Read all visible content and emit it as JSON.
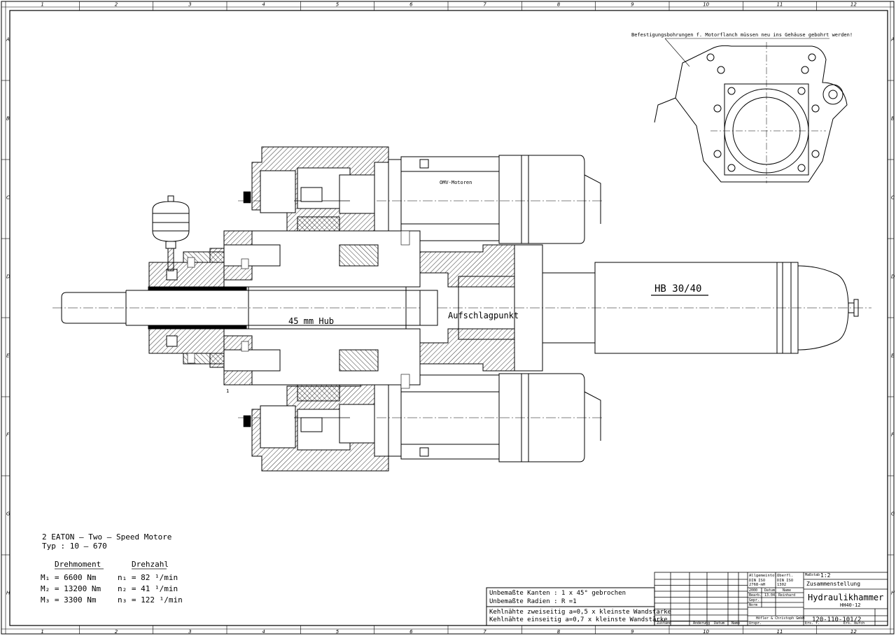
{
  "frame": {
    "columns": [
      "1",
      "2",
      "3",
      "4",
      "5",
      "6",
      "7",
      "8",
      "9",
      "10",
      "11",
      "12"
    ],
    "rows": [
      "A",
      "B",
      "C",
      "D",
      "E",
      "F",
      "G",
      "H"
    ]
  },
  "drawing": {
    "motor_label": "OMV-Motoren",
    "hammer_label": "HB 30/40",
    "stroke_label": "45 mm Hub",
    "impact_label": "Aufschlagpunkt",
    "part_number_mark": "1",
    "flange_note": "Befestigungsbohrungen f. Motorflanch müssen neu ins Gehäuse gebohrt werden!"
  },
  "motor_spec": {
    "line1": "2 EATON  –  Two  –  Speed Motore",
    "line2": "Typ :  10  –  670",
    "torque_header": "Drehmoment",
    "speed_header": "Drehzahl",
    "rows": [
      {
        "m": "M₁  =  6600 Nm",
        "n": "n₁  =  82  ¹/min"
      },
      {
        "m": "M₂  =  13200 Nm",
        "n": "n₂  =  41  ¹/min"
      },
      {
        "m": "M₃  =  3300 Nm",
        "n": "n₃  =  122 ¹/min"
      }
    ]
  },
  "notes": {
    "edges": "Unbemaßte Kanten : 1 x 45° gebrochen",
    "radii": "Unbemaßte Radien : R =1",
    "weld1": "Kehlnähte zweiseitig a=0,5 x kleinste Wandstärke",
    "weld2": "Kehlnähte einseitig a=0,7 x kleinste Wandstärke"
  },
  "title_block": {
    "tol1": "Allgemeintol. DIN ISO 2768-mH",
    "tol2": "Oberfl. DIN ISO 1302",
    "scale_label": "Maßstab",
    "scale": "1:2",
    "kind": "Zusammenstellung",
    "title": "Hydraulikhammer",
    "subtitle": "HH40-12",
    "drawing_no": "120-110-101/2",
    "row_labels": [
      "2000",
      "Bearb.",
      "Gepr.",
      "Norm"
    ],
    "col_labels": [
      "Datum",
      "Name"
    ],
    "date": "13.04.",
    "name": "Reinhard",
    "company": "Höfler & Christoph GmbH",
    "footer": [
      "Zustand",
      "Änderung",
      "Datum",
      "Name",
      "Urspr.",
      "Ers. f.",
      "Ers. durch"
    ]
  }
}
